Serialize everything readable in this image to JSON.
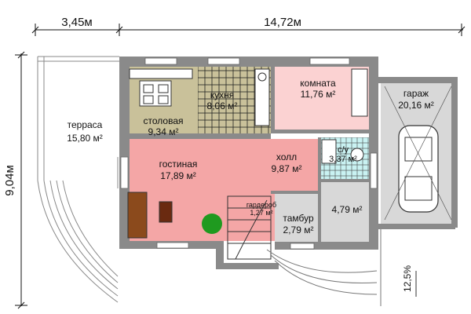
{
  "dimensions": {
    "top_left": "3,45м",
    "top_right": "14,72м",
    "left_vertical": "9,04м"
  },
  "slope": "12,5%",
  "colors": {
    "kitchen": "#c9c19a",
    "living": "#f4a6a6",
    "room": "#fbd2d2",
    "bath": "#c9f2f2",
    "service": "#d8d8d8",
    "wall": "#8a8a8a",
    "sofa": "#8b4a1c",
    "plant": "#1f9a1f"
  },
  "rooms": {
    "terrace": {
      "name": "терраса",
      "area": "15,80 м²"
    },
    "dining": {
      "name": "столовая",
      "area": "9,34 м²"
    },
    "kitchen": {
      "name": "кухня",
      "area": "8,06 м²"
    },
    "room": {
      "name": "комната",
      "area": "11,76 м²"
    },
    "garage": {
      "name": "гараж",
      "area": "20,16 м²"
    },
    "living": {
      "name": "гостиная",
      "area": "17,89 м²"
    },
    "hall": {
      "name": "холл",
      "area": "9,87 м²"
    },
    "bath": {
      "name": "с/у",
      "area": "3,37 м²"
    },
    "wardrobe": {
      "name": "гардероб",
      "area": "1,27 м²"
    },
    "vestibule": {
      "name": "тамбур",
      "area": "2,79 м²"
    },
    "utility": {
      "area": "4,79 м²"
    }
  }
}
